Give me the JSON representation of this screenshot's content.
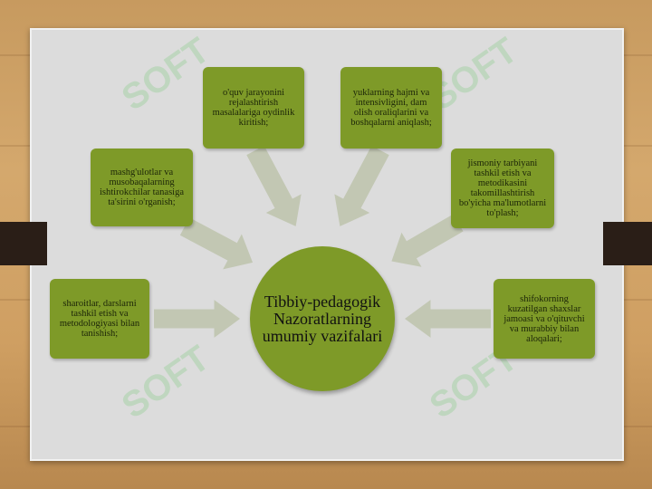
{
  "center_text": "Tibbiy-pedagogik Nazoratlarning umumiy vazifalari",
  "boxes": {
    "top_left": "o'quv jarayonini rejalashtirish masalalariga oydinlik kiritish;",
    "top_right": "yuklarning hajmi va intensivligini, dam olish oraliqlarini va boshqalarni aniqlash;",
    "mid_left": "mashg'ulotlar va musobaqalarning ishtirokchilar tanasiga ta'sirini o'rganish;",
    "mid_right": "jismoniy tarbiyani tashkil etish va metodikasini takomillashtirish bo'yicha ma'lumotlarni to'plash;",
    "low_left": "sharoitlar, darslarni tashkil etish va metodologiyasi bilan tanishish;",
    "low_right": "shifokorning kuzatilgan shaxslar jamoasi va o'qituvchi va murabbiy bilan aloqalari;"
  },
  "watermark": "SOFT",
  "colors": {
    "box": "#7e9a28",
    "arrow": "#c2c7b3",
    "board": "#dcdcdc"
  }
}
